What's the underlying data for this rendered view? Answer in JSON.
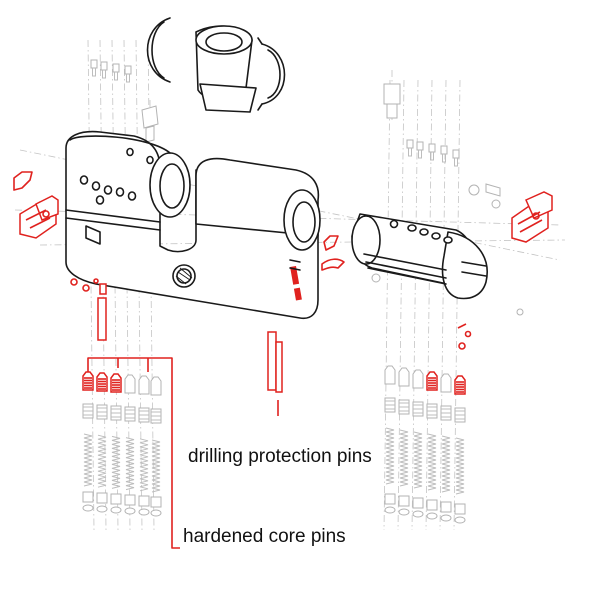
{
  "labels": {
    "drilling_protection": "drilling protection pins",
    "hardened_core": "hardened core pins"
  },
  "colors": {
    "highlight": "#e0221f",
    "line": "#1a1a1a",
    "ghost": "#bdbdbd"
  },
  "icons": {
    "cylinder_body": "euro-profile-cylinder",
    "cam": "cam-icon",
    "plug": "plug-icon",
    "pins": "pin-stack-icon"
  }
}
